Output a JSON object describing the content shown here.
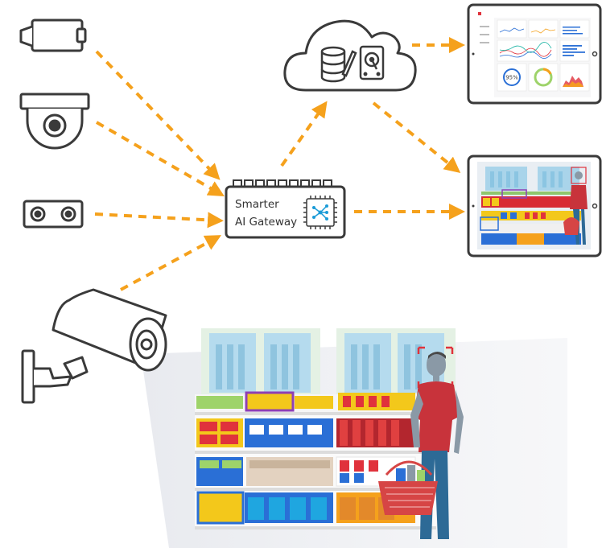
{
  "gateway": {
    "line1": "Smarter",
    "line2": "AI Gateway"
  },
  "dashboard": {
    "gauge_value": "95%"
  },
  "colors": {
    "flow_arrow": "#F5A11C",
    "outline": "#3a3a3a",
    "detection_red": "#e0323c",
    "detection_purple": "#8e3fb5",
    "detection_blue": "#2a6fd6",
    "detection_orange": "#f5a11c",
    "detection_yellow": "#f3c81b"
  },
  "icons": [
    "video-camera-icon",
    "dome-camera-icon",
    "stereo-camera-icon",
    "bullet-camera-icon",
    "cloud-icon",
    "database-icon",
    "hard-drive-icon",
    "gateway-chip-icon",
    "tablet-dashboard-icon",
    "tablet-video-icon"
  ]
}
